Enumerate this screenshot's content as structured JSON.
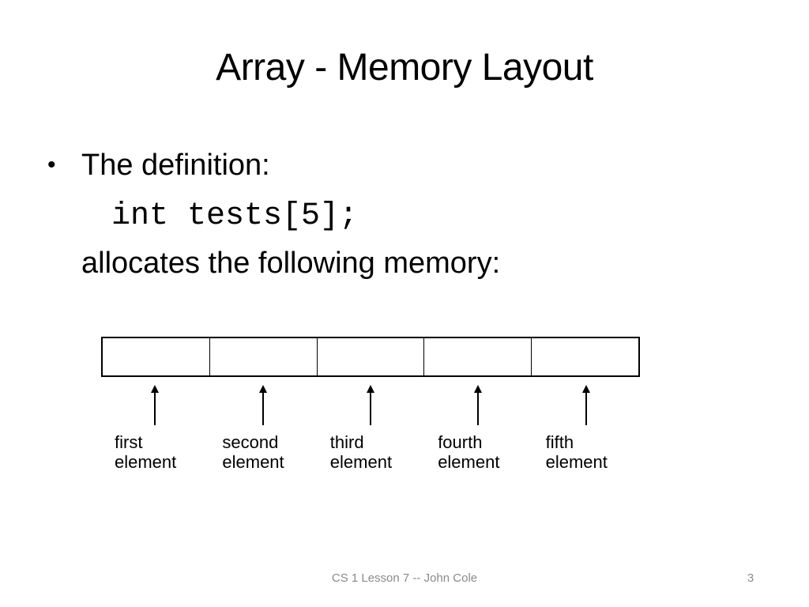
{
  "slide": {
    "title": "Array - Memory Layout",
    "bullet": {
      "marker": "•",
      "intro": "The definition:",
      "code": "int tests[5];",
      "continuation": "allocates the following memory:"
    },
    "diagram": {
      "cell_count": 5,
      "labels": [
        {
          "top": "first",
          "bottom": "element"
        },
        {
          "top": "second",
          "bottom": "element"
        },
        {
          "top": "third",
          "bottom": "element"
        },
        {
          "top": "fourth",
          "bottom": "element"
        },
        {
          "top": "fifth",
          "bottom": "element"
        }
      ]
    },
    "footer": {
      "text": "CS 1 Lesson 7 -- John Cole",
      "page_number": "3"
    }
  },
  "colors": {
    "background": "#ffffff",
    "text": "#000000",
    "diagram_stroke": "#000000",
    "footer_text": "#8a8a8a"
  }
}
